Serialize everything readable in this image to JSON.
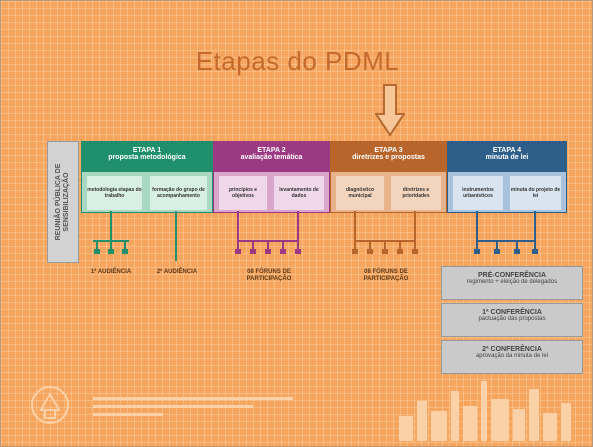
{
  "title": "Etapas do PDML",
  "side_panel": {
    "line1": "REUNIÃO PÚBLICA DE",
    "line2": "SENSIBILIZAÇÃO"
  },
  "stages": [
    {
      "name": "ETAPA 1",
      "subtitle": "proposta metodológica",
      "items": [
        "metodologia etapas do trabalho",
        "formação do grupo de acompanhamento"
      ]
    },
    {
      "name": "ETAPA 2",
      "subtitle": "avaliação temática",
      "items": [
        "princípios e objetivos",
        "levantamento de dados"
      ]
    },
    {
      "name": "ETAPA 3",
      "subtitle": "diretrizes e propostas",
      "items": [
        "diagnóstico municipal",
        "diretrizes e prioridades"
      ]
    },
    {
      "name": "ETAPA 4",
      "subtitle": "minuta de lei",
      "items": [
        "instrumentos urbanísticos",
        "minuta do projeto de lei"
      ]
    }
  ],
  "labels": {
    "aud1": "1ª AUDIÊNCIA",
    "aud2": "2ª AUDIÊNCIA",
    "forum2": "08 FÓRUNS DE PARTICIPAÇÃO",
    "forum3": "08 FÓRUNS DE PARTICIPAÇÃO"
  },
  "conferences": [
    {
      "title": "PRÉ-CONFERÊNCIA",
      "subtitle": "regimento + eleição de delegados"
    },
    {
      "title": "1ª CONFERÊNCIA",
      "subtitle": "pactuação das propostas"
    },
    {
      "title": "2ª CONFERÊNCIA",
      "subtitle": "aprovação da minuta de lei"
    }
  ],
  "colors": {
    "background": "#f6a55f",
    "stage1": "#1f8f6c",
    "stage2": "#9b3a82",
    "stage3": "#b8652c",
    "stage4": "#2e5f8a",
    "title": "#c46a2c"
  },
  "icons": [
    "down-arrow-icon",
    "city-logo-icon",
    "skyline-icon"
  ]
}
